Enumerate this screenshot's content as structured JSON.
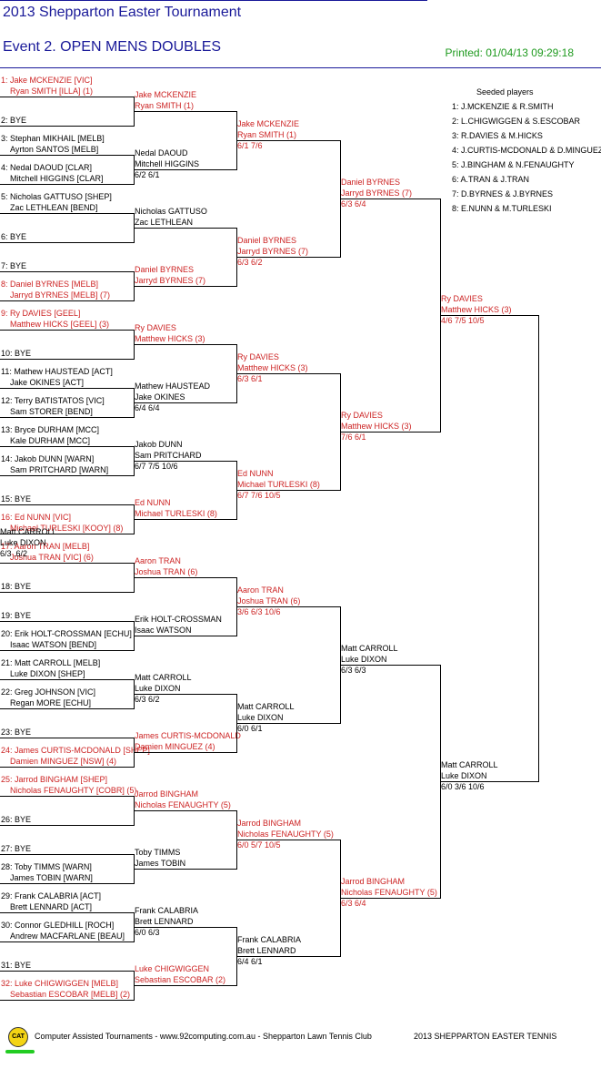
{
  "title": "2013 Shepparton Easter Tournament",
  "event": "Event 2. OPEN MENS DOUBLES",
  "printed": "Printed: 01/04/13 09:29:18",
  "seeded_title": "Seeded players",
  "seeds": [
    "1: J.MCKENZIE & R.SMITH",
    "2: L.CHIGWIGGEN & S.ESCOBAR",
    "3: R.DAVIES & M.HICKS",
    "4: J.CURTIS-MCDONALD & D.MINGUEZ",
    "5: J.BINGHAM & N.FENAUGHTY",
    "6: A.TRAN & J.TRAN",
    "7: D.BYRNES & J.BYRNES",
    "8: E.NUNN & M.TURLESKI"
  ],
  "draw": [
    {
      "l1": "1: Jake MCKENZIE [VIC]",
      "l2": "Ryan SMITH [ILLA] (1)",
      "seeded": true
    },
    {
      "l1": "2: BYE",
      "l2": "",
      "seeded": false
    },
    {
      "l1": "3: Stephan MIKHAIL [MELB]",
      "l2": "Ayrton SANTOS [MELB]",
      "seeded": false
    },
    {
      "l1": "4: Nedal DAOUD [CLAR]",
      "l2": "Mitchell HIGGINS [CLAR]",
      "seeded": false
    },
    {
      "l1": "5: Nicholas GATTUSO [SHEP]",
      "l2": "Zac LETHLEAN [BEND]",
      "seeded": false
    },
    {
      "l1": "6: BYE",
      "l2": "",
      "seeded": false
    },
    {
      "l1": "7: BYE",
      "l2": "",
      "seeded": false
    },
    {
      "l1": "8: Daniel BYRNES [MELB]",
      "l2": "Jarryd BYRNES [MELB] (7)",
      "seeded": true
    },
    {
      "l1": "9: Ry DAVIES [GEEL]",
      "l2": "Matthew HICKS [GEEL] (3)",
      "seeded": true
    },
    {
      "l1": "10: BYE",
      "l2": "",
      "seeded": false
    },
    {
      "l1": "11: Mathew HAUSTEAD [ACT]",
      "l2": "Jake OKINES [ACT]",
      "seeded": false
    },
    {
      "l1": "12: Terry BATISTATOS [VIC]",
      "l2": "Sam STORER [BEND]",
      "seeded": false
    },
    {
      "l1": "13: Bryce DURHAM [MCC]",
      "l2": "Kale DURHAM [MCC]",
      "seeded": false
    },
    {
      "l1": "14: Jakob DUNN [WARN]",
      "l2": "Sam PRITCHARD [WARN]",
      "seeded": false
    },
    {
      "l1": "15: BYE",
      "l2": "",
      "seeded": false
    },
    {
      "l1": "16: Ed NUNN [VIC]",
      "l2": "Michael TURLESKI [KOOY] (8)",
      "seeded": true
    },
    {
      "l1": "17: Aaron TRAN [MELB]",
      "l2": "Joshua TRAN [VIC] (6)",
      "seeded": true
    },
    {
      "l1": "18: BYE",
      "l2": "",
      "seeded": false
    },
    {
      "l1": "19: BYE",
      "l2": "",
      "seeded": false
    },
    {
      "l1": "20: Erik HOLT-CROSSMAN [ECHU]",
      "l2": "Isaac WATSON [BEND]",
      "seeded": false
    },
    {
      "l1": "21: Matt CARROLL [MELB]",
      "l2": "Luke DIXON [SHEP]",
      "seeded": false
    },
    {
      "l1": "22: Greg JOHNSON [VIC]",
      "l2": "Regan MORE [ECHU]",
      "seeded": false
    },
    {
      "l1": "23: BYE",
      "l2": "",
      "seeded": false
    },
    {
      "l1": "24: James CURTIS-MCDONALD [SHEP]",
      "l2": "Damien MINGUEZ [NSW] (4)",
      "seeded": true
    },
    {
      "l1": "25: Jarrod BINGHAM [SHEP]",
      "l2": "Nicholas FENAUGHTY [COBR] (5)",
      "seeded": true
    },
    {
      "l1": "26: BYE",
      "l2": "",
      "seeded": false
    },
    {
      "l1": "27: BYE",
      "l2": "",
      "seeded": false
    },
    {
      "l1": "28: Toby TIMMS [WARN]",
      "l2": "James TOBIN [WARN]",
      "seeded": false
    },
    {
      "l1": "29: Frank CALABRIA [ACT]",
      "l2": "Brett LENNARD [ACT]",
      "seeded": false
    },
    {
      "l1": "30: Connor GLEDHILL [ROCH]",
      "l2": "Andrew MACFARLANE [BEAU]",
      "seeded": false
    },
    {
      "l1": "31: BYE",
      "l2": "",
      "seeded": false
    },
    {
      "l1": "32: Luke CHIGWIGGEN [MELB]",
      "l2": "Sebastian ESCOBAR [MELB] (2)",
      "seeded": true
    }
  ],
  "rounds": [
    [
      {
        "l1": "Jake MCKENZIE",
        "l2": "Ryan SMITH (1)",
        "score": "",
        "seeded": true
      },
      {
        "l1": "Nedal DAOUD",
        "l2": "Mitchell HIGGINS",
        "score": "6/2 6/1",
        "seeded": false
      },
      {
        "l1": "Nicholas GATTUSO",
        "l2": "Zac LETHLEAN",
        "score": "",
        "seeded": false
      },
      {
        "l1": "Daniel BYRNES",
        "l2": "Jarryd BYRNES (7)",
        "score": "",
        "seeded": true
      },
      {
        "l1": "Ry DAVIES",
        "l2": "Matthew HICKS (3)",
        "score": "",
        "seeded": true
      },
      {
        "l1": "Mathew HAUSTEAD",
        "l2": "Jake OKINES",
        "score": "6/4 6/4",
        "seeded": false
      },
      {
        "l1": "Jakob DUNN",
        "l2": "Sam PRITCHARD",
        "score": "6/7 7/5 10/6",
        "seeded": false
      },
      {
        "l1": "Ed NUNN",
        "l2": "Michael TURLESKI (8)",
        "score": "",
        "seeded": true
      },
      {
        "l1": "Aaron TRAN",
        "l2": "Joshua TRAN (6)",
        "score": "",
        "seeded": true
      },
      {
        "l1": "Erik HOLT-CROSSMAN",
        "l2": "Isaac WATSON",
        "score": "",
        "seeded": false
      },
      {
        "l1": "Matt CARROLL",
        "l2": "Luke DIXON",
        "score": "6/3 6/2",
        "seeded": false
      },
      {
        "l1": "James CURTIS-MCDONALD",
        "l2": "Damien MINGUEZ (4)",
        "score": "",
        "seeded": true
      },
      {
        "l1": "Jarrod BINGHAM",
        "l2": "Nicholas FENAUGHTY (5)",
        "score": "",
        "seeded": true
      },
      {
        "l1": "Toby TIMMS",
        "l2": "James TOBIN",
        "score": "",
        "seeded": false
      },
      {
        "l1": "Frank CALABRIA",
        "l2": "Brett LENNARD",
        "score": "6/0 6/3",
        "seeded": false
      },
      {
        "l1": "Luke CHIGWIGGEN",
        "l2": "Sebastian ESCOBAR (2)",
        "score": "",
        "seeded": true
      }
    ],
    [
      {
        "l1": "Jake MCKENZIE",
        "l2": "Ryan SMITH (1)",
        "score": "6/1 7/6",
        "seeded": true
      },
      {
        "l1": "Daniel BYRNES",
        "l2": "Jarryd BYRNES (7)",
        "score": "6/3 6/2",
        "seeded": true
      },
      {
        "l1": "Ry DAVIES",
        "l2": "Matthew HICKS (3)",
        "score": "6/3 6/1",
        "seeded": true
      },
      {
        "l1": "Ed NUNN",
        "l2": "Michael TURLESKI (8)",
        "score": "6/7 7/6 10/5",
        "seeded": true
      },
      {
        "l1": "Aaron TRAN",
        "l2": "Joshua TRAN (6)",
        "score": "3/6 6/3 10/6",
        "seeded": true
      },
      {
        "l1": "Matt CARROLL",
        "l2": "Luke DIXON",
        "score": "6/0 6/1",
        "seeded": false
      },
      {
        "l1": "Jarrod BINGHAM",
        "l2": "Nicholas FENAUGHTY (5)",
        "score": "6/0 5/7 10/5",
        "seeded": true
      },
      {
        "l1": "Frank CALABRIA",
        "l2": "Brett LENNARD",
        "score": "6/4 6/1",
        "seeded": false
      }
    ],
    [
      {
        "l1": "Daniel BYRNES",
        "l2": "Jarryd BYRNES (7)",
        "score": "6/3 6/4",
        "seeded": true
      },
      {
        "l1": "Ry DAVIES",
        "l2": "Matthew HICKS (3)",
        "score": "7/6 6/1",
        "seeded": true
      },
      {
        "l1": "Matt CARROLL",
        "l2": "Luke DIXON",
        "score": "6/3 6/3",
        "seeded": false
      },
      {
        "l1": "Jarrod BINGHAM",
        "l2": "Nicholas FENAUGHTY (5)",
        "score": "6/3 6/4",
        "seeded": true
      }
    ],
    [
      {
        "l1": "Ry DAVIES",
        "l2": "Matthew HICKS (3)",
        "score": "4/6 7/5 10/5",
        "seeded": true
      },
      {
        "l1": "Matt CARROLL",
        "l2": "Luke DIXON",
        "score": "6/0 3/6 10/6",
        "seeded": false
      }
    ],
    [
      {
        "l1": "Matt CARROLL",
        "l2": "Luke DIXON",
        "score": "6/3 .6/2",
        "seeded": false
      }
    ]
  ],
  "logo": "CAT",
  "footer": {
    "credit": "Computer Assisted Tournaments - www.92computing.com.au -  Shepparton Lawn Tennis Club",
    "right": "2013 SHEPPARTON EASTER TENNIS"
  }
}
